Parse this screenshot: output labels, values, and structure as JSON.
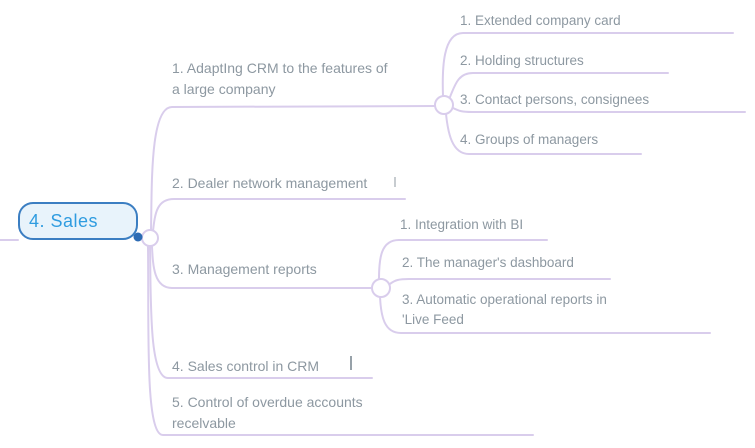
{
  "colors": {
    "accent-blue": "#2f9ce0",
    "box-border": "#3b7ec2",
    "box-fill": "#e8f3fb",
    "dot-blue": "#2d6cb4",
    "branch-line": "#d9cdec",
    "text-gray": "#8d98a1"
  },
  "root": {
    "label": "4. Sales"
  },
  "branches": [
    {
      "lines": [
        "1. AdaptIng CRM to the features of",
        "a large company"
      ],
      "children": [
        {
          "lines": [
            "1. Extended company card"
          ]
        },
        {
          "lines": [
            "2. Holding structures"
          ]
        },
        {
          "lines": [
            "3. Contact persons, consignees"
          ]
        },
        {
          "lines": [
            "4. Groups of managers"
          ]
        }
      ]
    },
    {
      "lines": [
        "2. Dealer network management"
      ],
      "children": []
    },
    {
      "lines": [
        "3. Management reports"
      ],
      "children": [
        {
          "lines": [
            "1. Integration with BI"
          ]
        },
        {
          "lines": [
            "2. The manager's dashboard"
          ]
        },
        {
          "lines": [
            "3. Automatic operational reports in",
            "'Live Feed"
          ]
        }
      ]
    },
    {
      "lines": [
        "4. Sales control in CRM"
      ],
      "children": []
    },
    {
      "lines": [
        "5. Control of overdue accounts",
        "recelvable"
      ],
      "children": []
    }
  ]
}
